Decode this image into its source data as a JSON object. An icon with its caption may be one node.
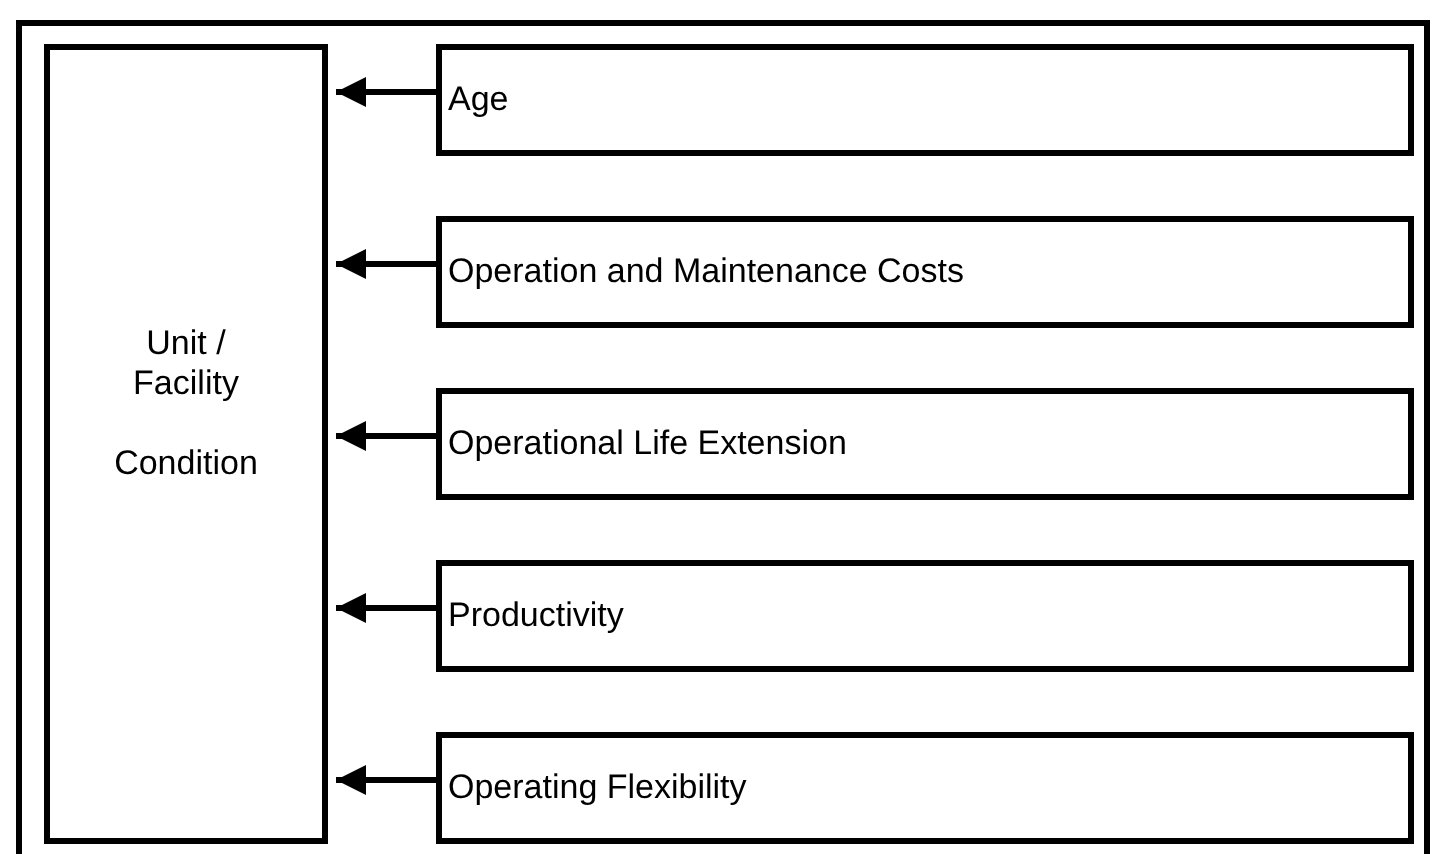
{
  "diagram": {
    "nodes": [
      {
        "text": [
          "Unit / Facility",
          "Condition"
        ]
      },
      {
        "text": [
          "Age"
        ]
      },
      {
        "text": [
          "Operation and Maintenance Costs"
        ]
      },
      {
        "text": [
          "Operational Life Extension"
        ]
      },
      {
        "text": [
          "Productivity"
        ]
      },
      {
        "text": [
          "Operating Flexibility"
        ]
      }
    ],
    "edges": [
      {
        "from": 1,
        "to": 0,
        "arrow": "to"
      },
      {
        "from": 2,
        "to": 0,
        "arrow": "to"
      },
      {
        "from": 3,
        "to": 0,
        "arrow": "to"
      },
      {
        "from": 4,
        "to": 0,
        "arrow": "to"
      },
      {
        "from": 5,
        "to": 0,
        "arrow": "to"
      }
    ]
  }
}
